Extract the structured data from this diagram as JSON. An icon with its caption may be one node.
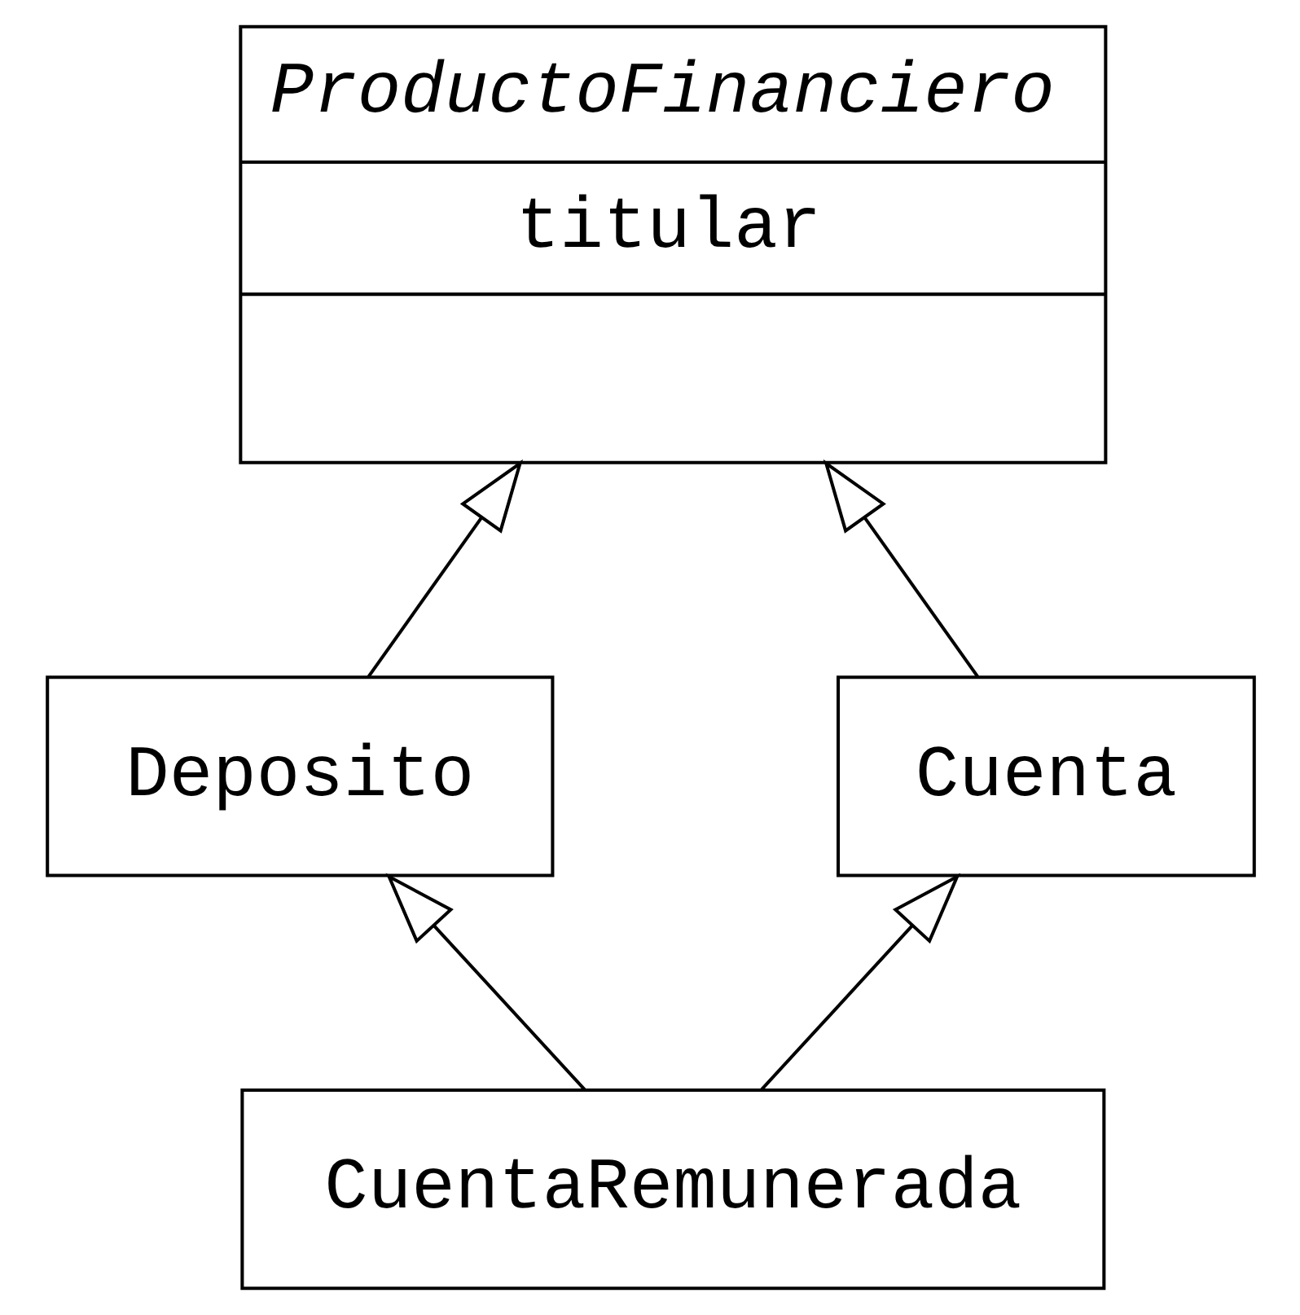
{
  "diagram": {
    "nodes": [
      {
        "text": [
          "ProductoFinanciero",
          "titular"
        ]
      },
      {
        "text": [
          "Deposito"
        ]
      },
      {
        "text": [
          "Cuenta"
        ]
      },
      {
        "text": [
          "CuentaRemunerada"
        ]
      }
    ],
    "edges": [
      {
        "from": 1,
        "to": 0,
        "arrow": "to"
      },
      {
        "from": 2,
        "to": 0,
        "arrow": "to"
      },
      {
        "from": 3,
        "to": 1,
        "arrow": "to"
      },
      {
        "from": 3,
        "to": 2,
        "arrow": "to"
      }
    ]
  }
}
